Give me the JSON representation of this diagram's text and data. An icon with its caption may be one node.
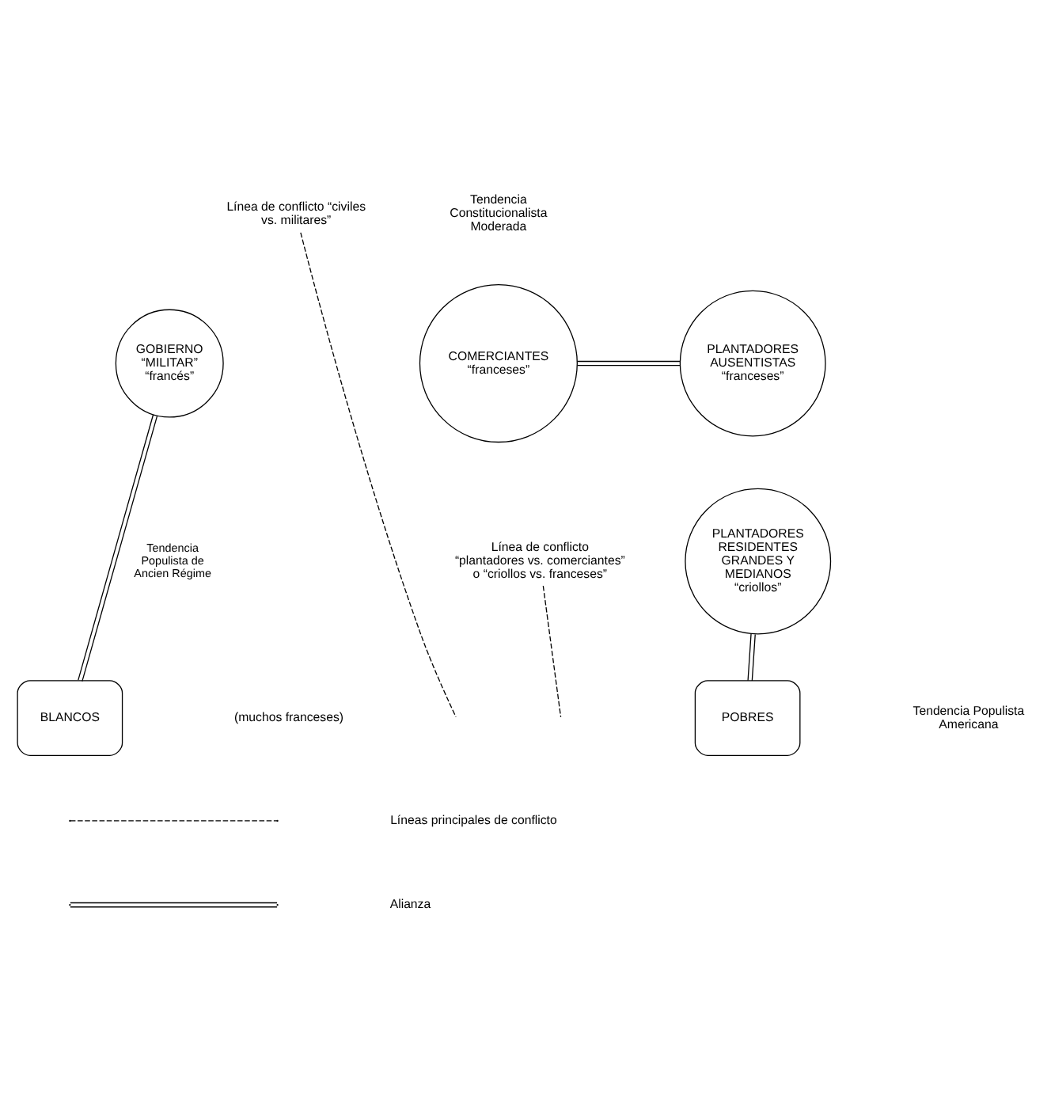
{
  "diagram": {
    "nodes": [
      {
        "text": [
          "GOBIERNO “MILITAR” “francés”"
        ]
      },
      {
        "text": [
          "COMERCIANTES “franceses”"
        ]
      },
      {
        "text": [
          "PLANTADORES AUSENTISTAS “franceses”"
        ]
      },
      {
        "text": [
          "PLANTADORES RESIDENTES GRANDES Y MEDIANOS “criollos”"
        ]
      },
      {
        "text": [
          "BLANCOS"
        ]
      },
      {
        "text": [
          "POBRES"
        ]
      },
      {
        "text": [
          "Línea de conflicto “civiles vs. militares”"
        ]
      },
      {
        "text": [
          "Línea de conflicto “plantadores vs. comerciantes” o “criollos vs. franceses”"
        ]
      }
    ],
    "edges": [
      {
        "from": 0,
        "to": 4,
        "arrow": "none",
        "label": "Tendencia Populista de Ancien Régime"
      },
      {
        "from": 1,
        "to": 2,
        "arrow": "none"
      },
      {
        "from": 3,
        "to": 5,
        "arrow": "none"
      },
      {
        "from": 6,
        "to": null,
        "arrow": "none",
        "style": "dashed"
      },
      {
        "from": 7,
        "to": null,
        "arrow": "none",
        "style": "dashed"
      }
    ],
    "labels": [
      "Tendencia Constitucionalista Moderada",
      "(muchos franceses)",
      "Tendencia Populista Americana"
    ],
    "legend": [
      {
        "text": "Líneas principales de conflicto"
      },
      {
        "text": "Alianza"
      }
    ]
  }
}
